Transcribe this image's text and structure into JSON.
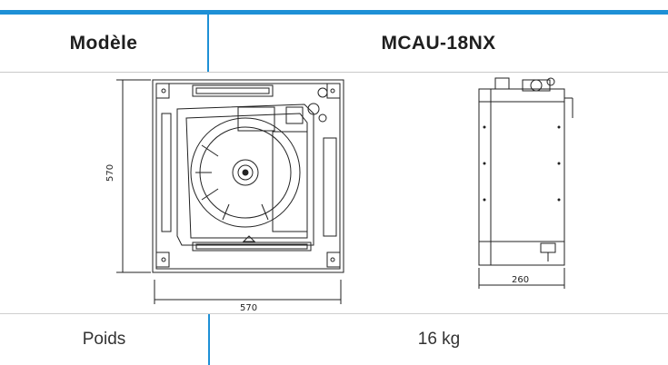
{
  "table": {
    "header_left": "Modèle",
    "header_right": "MCAU-18NX",
    "row_label": "Poids",
    "row_value": "16 kg"
  },
  "drawing": {
    "front_width_dim": "570",
    "front_height_dim": "570",
    "side_width_dim": "260"
  },
  "colors": {
    "accent": "#1e90d6"
  }
}
